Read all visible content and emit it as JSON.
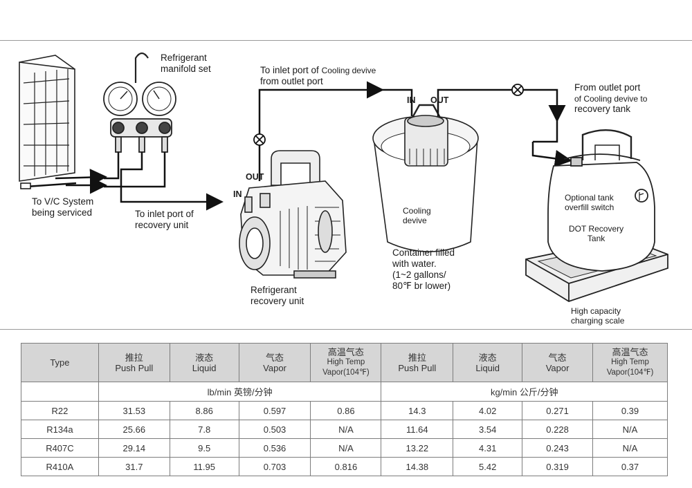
{
  "labels": {
    "manifold": "Refrigerant\nmanifold set",
    "to_vc": "To V/C System\nbeing serviced",
    "to_inlet_recovery": "To inlet port of\nrecovery unit",
    "to_inlet_cooling_line1": "To inlet port of ",
    "to_inlet_cooling_small": "Cooling devive",
    "to_inlet_cooling_line2": "from outlet port",
    "out_pump": "OUT",
    "in_pump": "IN",
    "recovery_unit": "Refrigerant\nrecovery unit",
    "in_bucket": "IN",
    "out_bucket": "OUT",
    "cooling_devive": "Cooling\ndevive",
    "container": "Container filled\nwith water.\n(1~2 gallons/\n80℉ br lower)",
    "from_outlet_line1": "From outlet port",
    "from_outlet_small": "of Cooling devive to",
    "from_outlet_line3": "recovery tank",
    "optional_switch": "Optional tank\noverfill switch",
    "dot_tank": "DOT Recovery\nTank",
    "scale": "High capacity\ncharging scale"
  },
  "table": {
    "headers": [
      {
        "cn": "",
        "en": "Type"
      },
      {
        "cn": "推拉",
        "en": "Push Pull"
      },
      {
        "cn": "液态",
        "en": "Liquid"
      },
      {
        "cn": "气态",
        "en": "Vapor"
      },
      {
        "cn": "高温气态",
        "en": "High Temp",
        "en2": "Vapor(104℉)"
      },
      {
        "cn": "推拉",
        "en": "Push Pull"
      },
      {
        "cn": "液态",
        "en": "Liquid"
      },
      {
        "cn": "气态",
        "en": "Vapor"
      },
      {
        "cn": "高温气态",
        "en": "High Temp",
        "en2": "Vapor(104℉)"
      }
    ],
    "units": [
      "lb/min 英镑/分钟",
      "kg/min 公斤/分钟"
    ],
    "rows": [
      [
        "R22",
        "31.53",
        "8.86",
        "0.597",
        "0.86",
        "14.3",
        "4.02",
        "0.271",
        "0.39"
      ],
      [
        "R134a",
        "25.66",
        "7.8",
        "0.503",
        "N/A",
        "11.64",
        "3.54",
        "0.228",
        "N/A"
      ],
      [
        "R407C",
        "29.14",
        "9.5",
        "0.536",
        "N/A",
        "13.22",
        "4.31",
        "0.243",
        "N/A"
      ],
      [
        "R410A",
        "31.7",
        "11.95",
        "0.703",
        "0.816",
        "14.38",
        "5.42",
        "0.319",
        "0.37"
      ]
    ]
  },
  "colors": {
    "header_bg": "#d6d6d6",
    "line": "#111111",
    "border": "#7c7c7c"
  }
}
